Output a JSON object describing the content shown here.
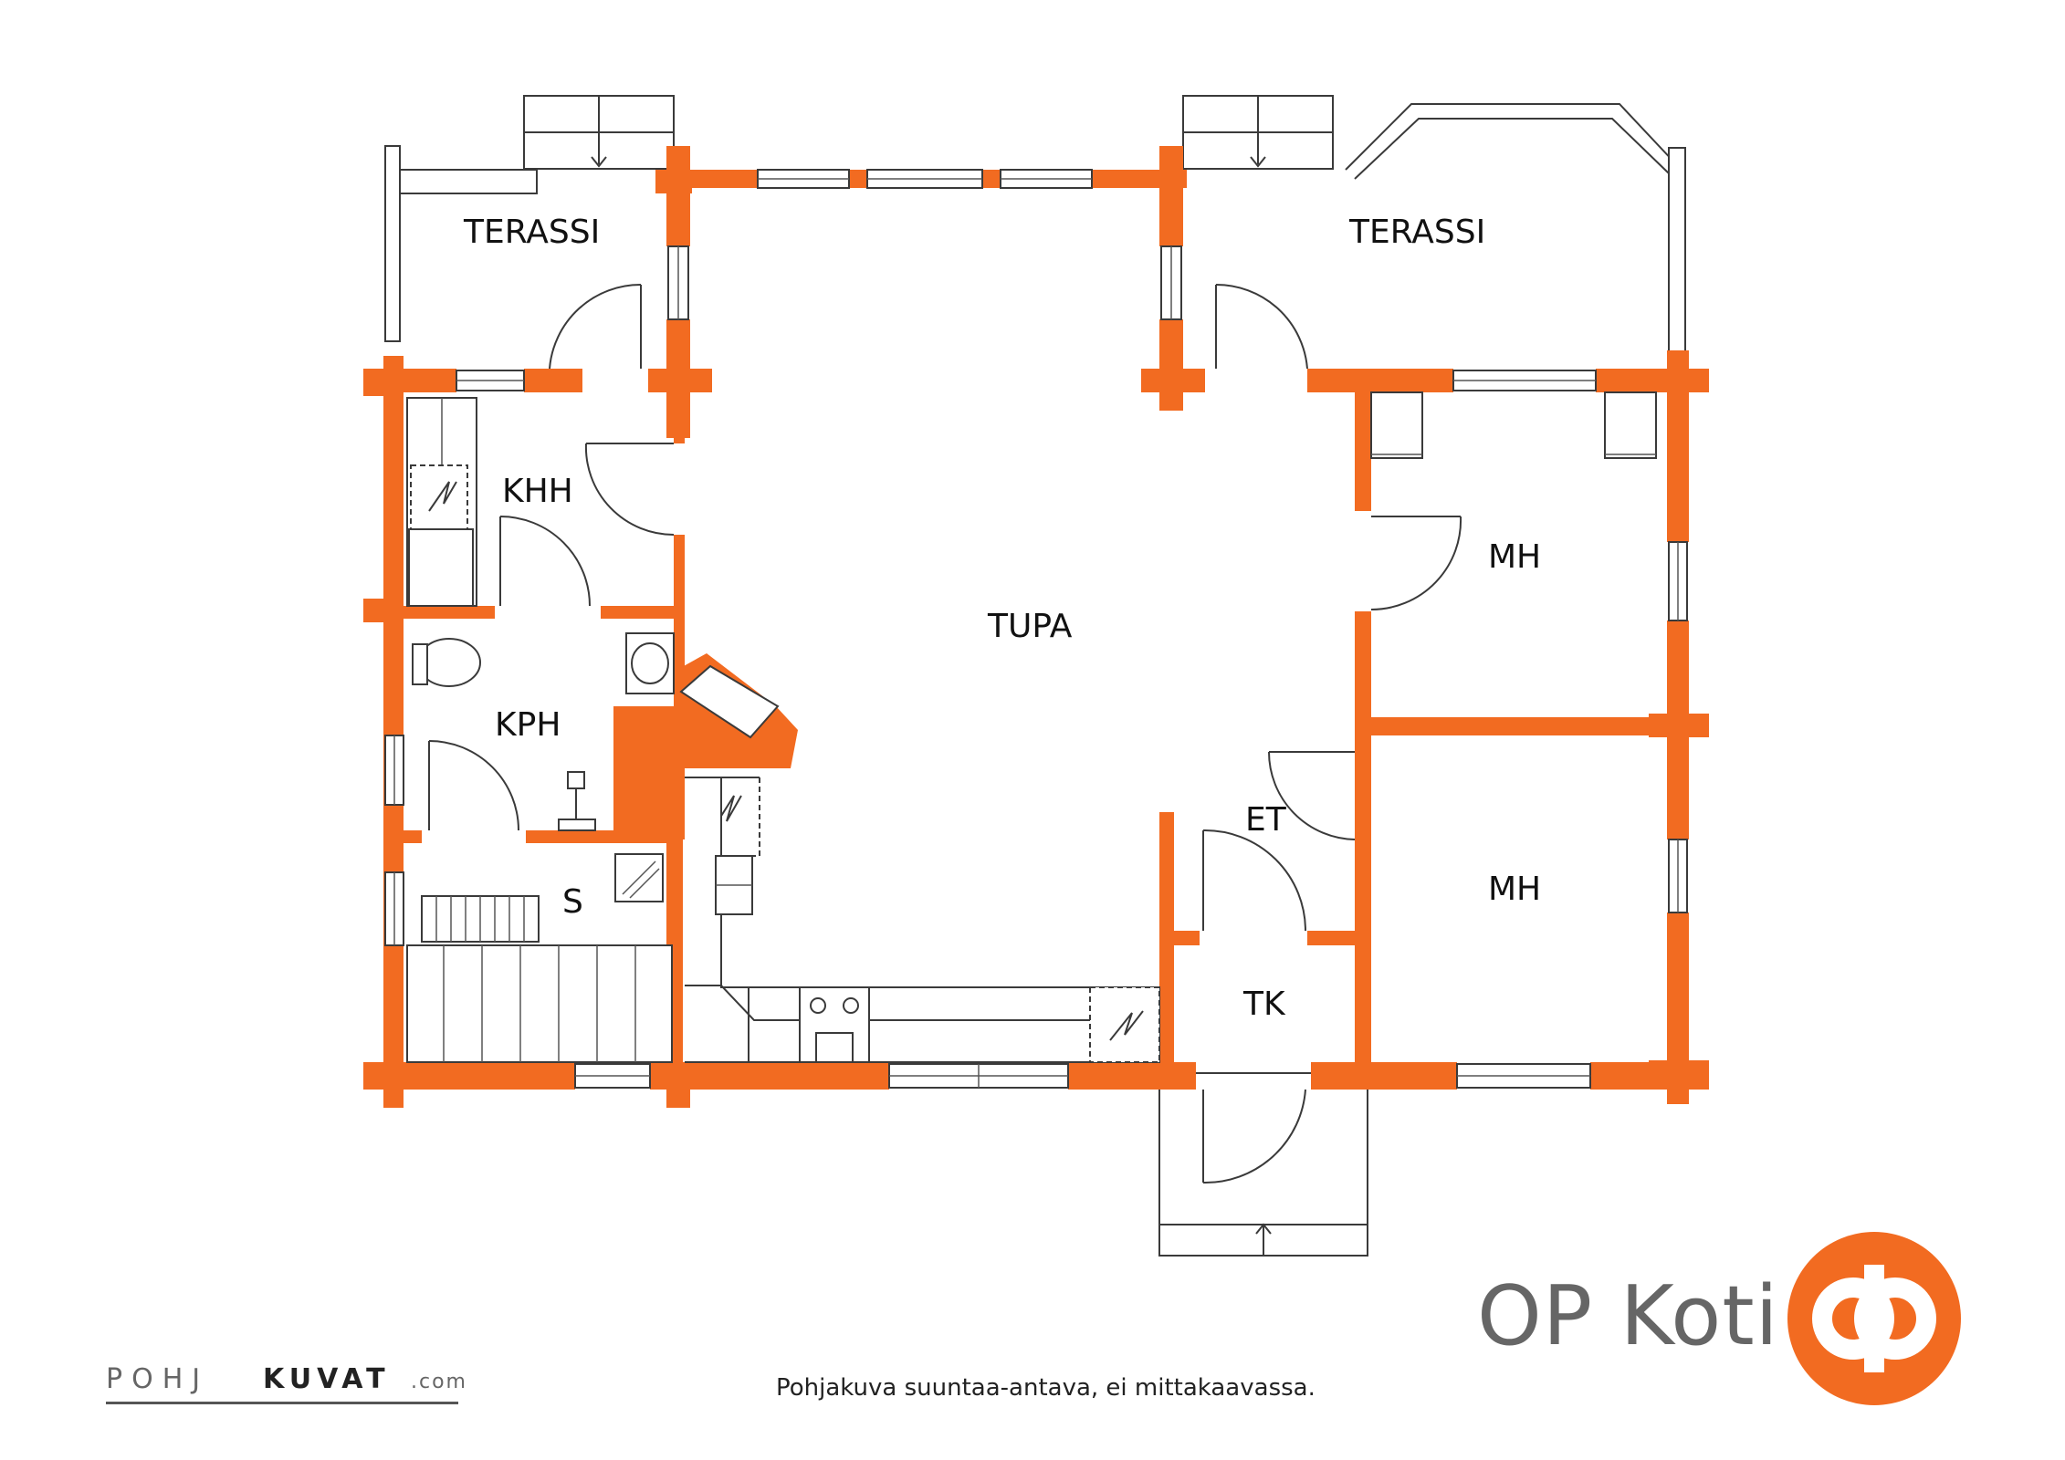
{
  "colors": {
    "wall": "#F26B21",
    "logo": "#F26B21",
    "line": "#3a3a3a"
  },
  "rooms": {
    "terassi_left": "TERASSI",
    "terassi_right": "TERASSI",
    "khh": "KHH",
    "tupa": "TUPA",
    "mh_upper": "MH",
    "mh_lower": "MH",
    "kph": "KPH",
    "et": "ET",
    "s": "S",
    "tk": "TK"
  },
  "brand": {
    "name": "OP Koti",
    "logo_icon": "op-logo-icon"
  },
  "watermark": {
    "part1": "POHJ",
    "part2": "KUVAT",
    "part3": ".com"
  },
  "footer": {
    "note": "Pohjakuva suuntaa-antava, ei mittakaavassa."
  }
}
